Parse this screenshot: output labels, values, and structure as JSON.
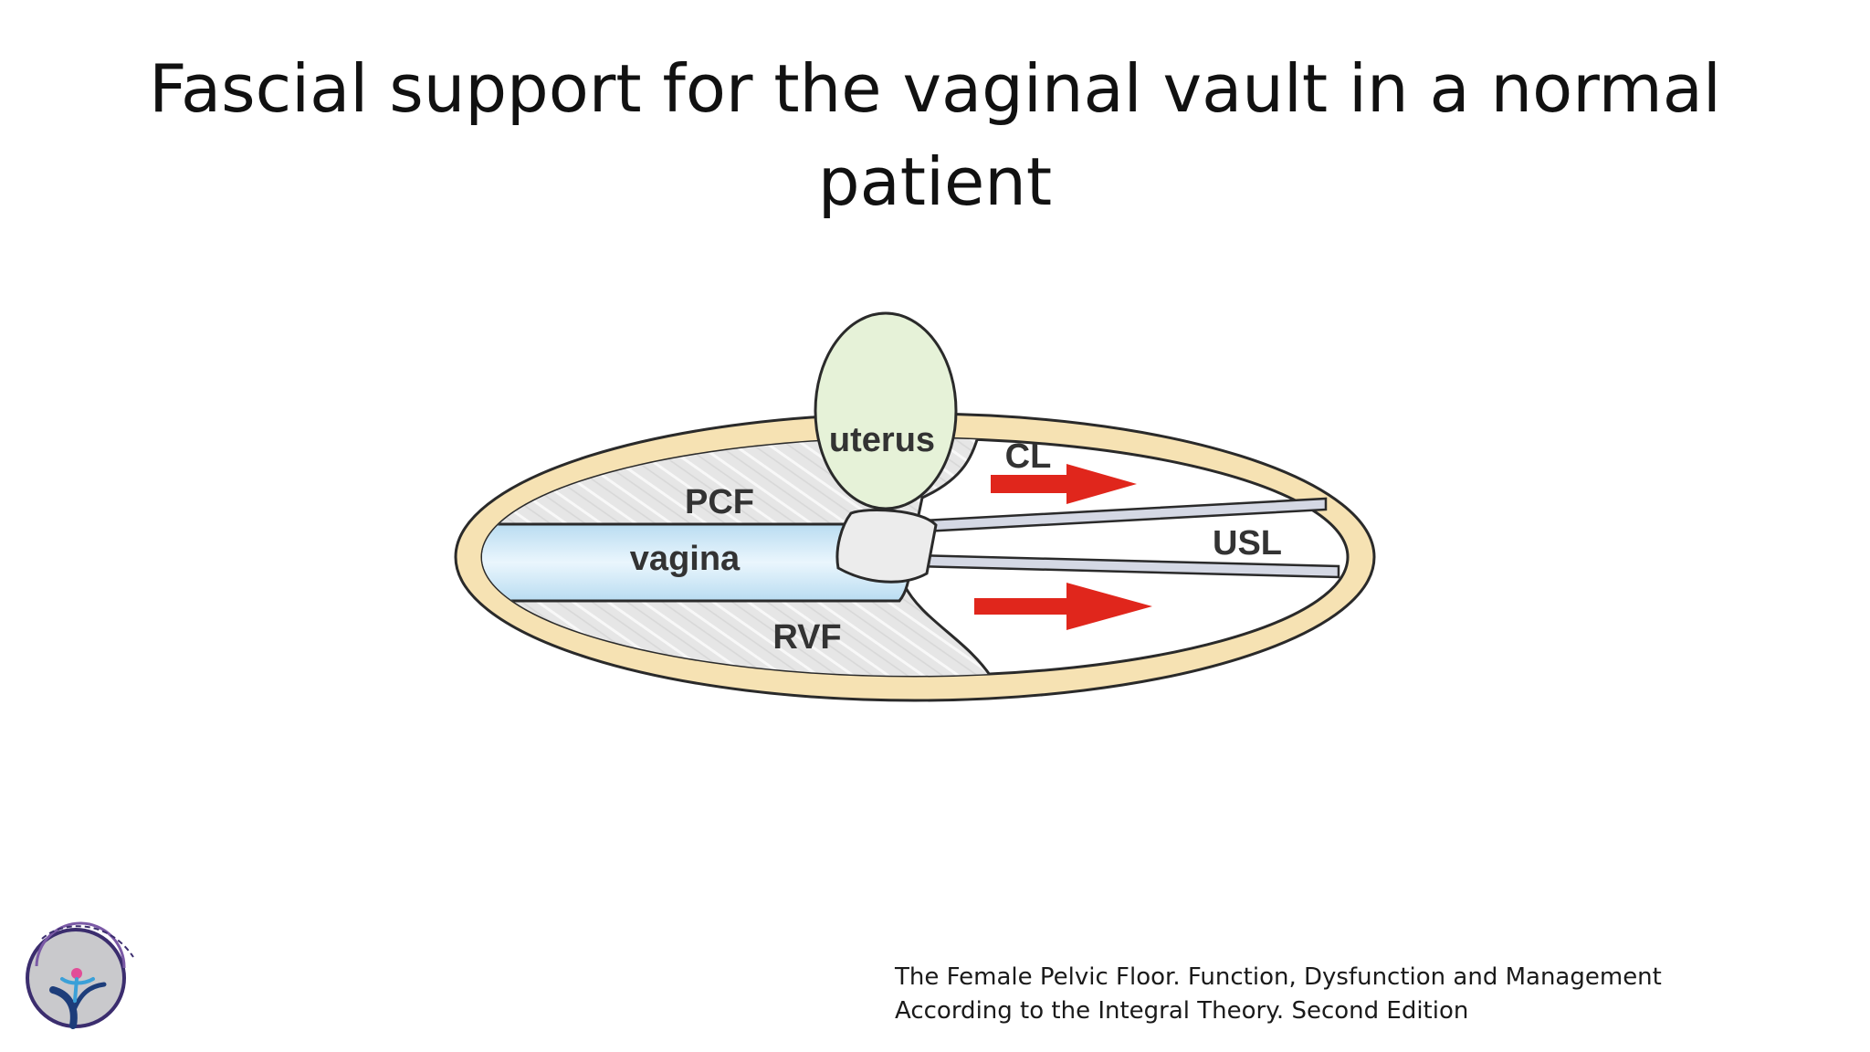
{
  "slide": {
    "title_line1": "Fascial support for the vaginal vault in a normal",
    "title_line2": "patient"
  },
  "diagram": {
    "labels": {
      "uterus": "uterus",
      "pcf": "PCF",
      "vagina": "vagina",
      "rvf": "RVF",
      "cl": "CL",
      "usl": "USL"
    },
    "colors": {
      "outer_ring": "#f6e2b3",
      "uterus_fill": "#e6f2d8",
      "vagina_fill": "#cfe7f5",
      "fascia_fill": "#e4e4e4",
      "arrow": "#e0261c",
      "ligament": "#d4d8e4"
    }
  },
  "citation": {
    "line1": "The Female Pelvic Floor. Function, Dysfunction and Management",
    "line2": "According to the Integral Theory.  Second Edition"
  },
  "logo": {
    "icon": "academy-logo-icon"
  }
}
